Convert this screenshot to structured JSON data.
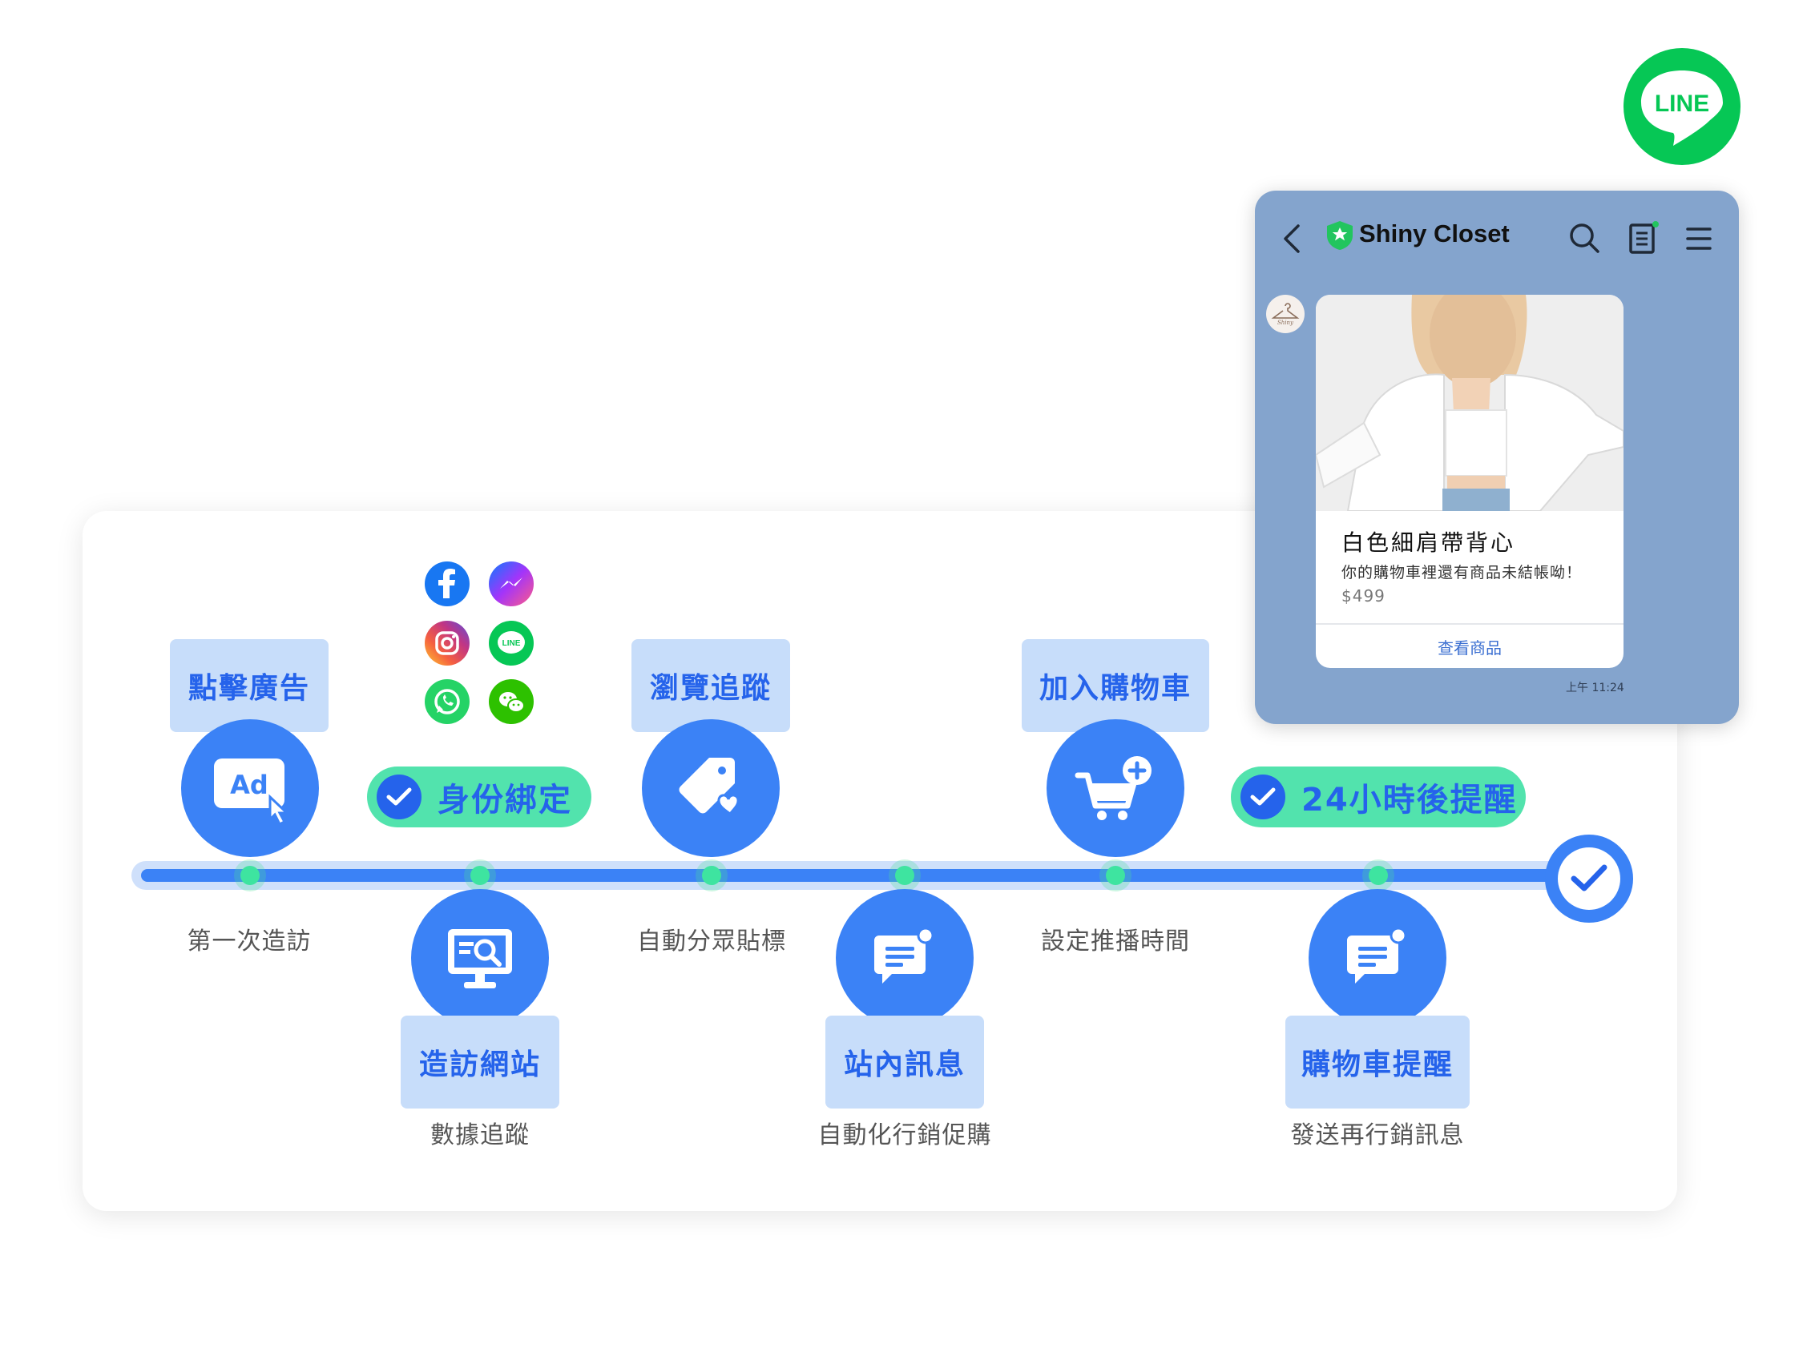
{
  "steps": {
    "click_ad": {
      "label": "點擊廣告",
      "sub": "第一次造訪"
    },
    "visit_site": {
      "label": "造訪網站",
      "sub": "數據追蹤"
    },
    "browse": {
      "label": "瀏覽追蹤",
      "sub": "自動分眾貼標"
    },
    "onsite_msg": {
      "label": "站內訊息",
      "sub": "自動化行銷促購"
    },
    "add_cart": {
      "label": "加入購物車",
      "sub": "設定推播時間"
    },
    "cart_remind": {
      "label": "購物車提醒",
      "sub": "發送再行銷訊息"
    }
  },
  "pills": {
    "identity": "身份綁定",
    "after24": "24小時後提醒"
  },
  "icons": {
    "ad": "Ad",
    "social": [
      "facebook-icon",
      "messenger-icon",
      "instagram-icon",
      "line-icon",
      "whatsapp-icon",
      "wechat-icon"
    ],
    "line_social_text": "LINE"
  },
  "chat": {
    "title": "Shiny Closet",
    "product_name": "白色細肩帶背心",
    "product_desc": "你的購物車裡還有商品未結帳呦！",
    "price": "$499",
    "button": "查看商品",
    "time": "上午 11:24",
    "avatar_text": "Shiny"
  },
  "line_logo_text": "LINE",
  "colors": {
    "primary": "#3b82f6",
    "accent": "#52e3ad",
    "tag": "#c7ddfa",
    "line_green": "#06c755",
    "chat_bg": "#84a4cd"
  }
}
